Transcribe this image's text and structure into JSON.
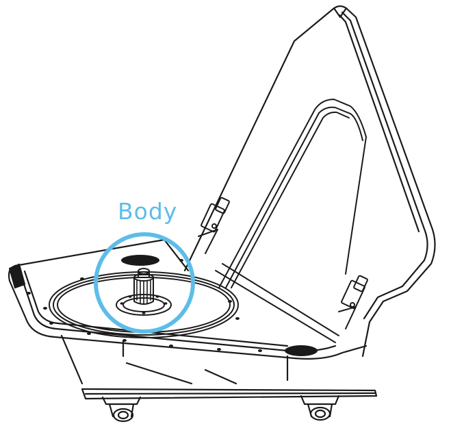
{
  "diagram": {
    "subject": "stand-base-assembly",
    "callouts": [
      {
        "label": "Body",
        "color": "#5dbde8",
        "target": "center-spindle"
      }
    ]
  }
}
